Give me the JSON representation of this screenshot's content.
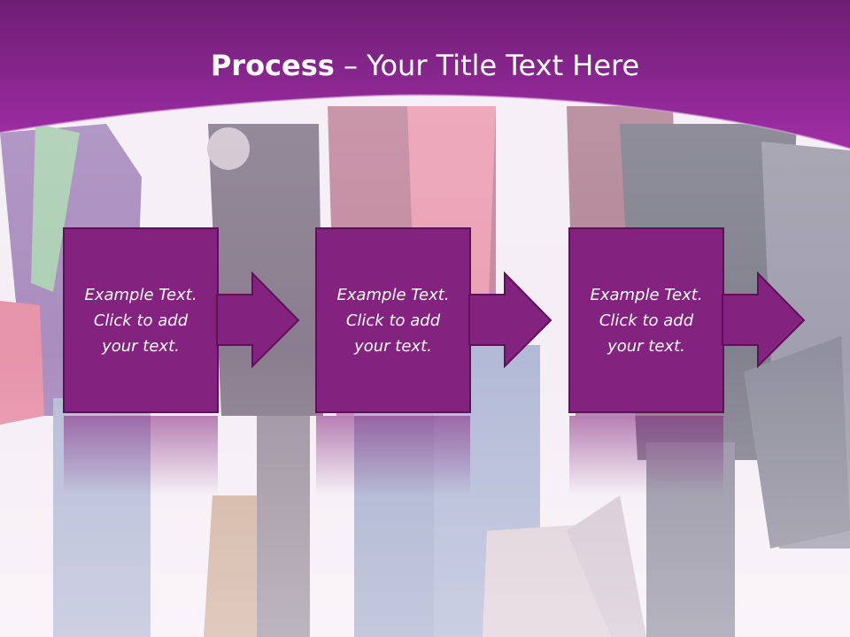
{
  "slide": {
    "title_bold": "Process",
    "title_rest": " – Your Title Text Here"
  },
  "steps": [
    {
      "text": "Example Text. Click to add your text."
    },
    {
      "text": "Example Text. Click to add your text."
    },
    {
      "text": "Example Text. Click to add your text."
    }
  ],
  "colors": {
    "header": "#8e2a95",
    "box": "#84237f",
    "box_border": "#5c1259"
  }
}
